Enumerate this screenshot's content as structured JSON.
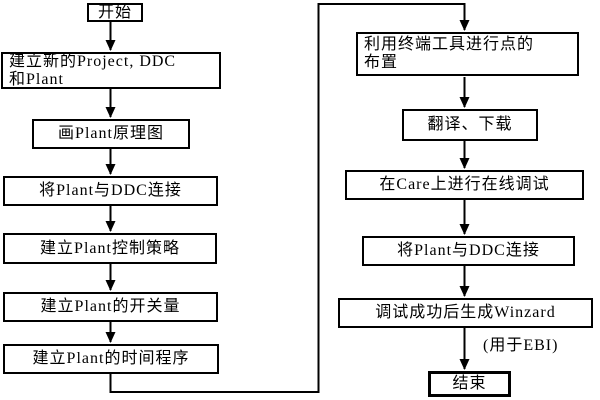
{
  "diagram": {
    "type": "flowchart",
    "colors": {
      "line": "#000000",
      "box_border": "#000000",
      "box_fill": "#ffffff",
      "background": "#ffffff",
      "text": "#000000"
    },
    "nodes": {
      "start": {
        "label": "开始"
      },
      "create_project": {
        "lines": [
          "建立新的Project, DDC",
          "和Plant"
        ]
      },
      "draw_plant": {
        "label": "画Plant原理图"
      },
      "connect_plant_ddc_1": {
        "label": "将Plant与DDC连接"
      },
      "control_strategy": {
        "label": "建立Plant控制策略"
      },
      "switch_values": {
        "label": "建立Plant的开关量"
      },
      "time_program": {
        "label": "建立Plant的时间程序"
      },
      "terminal_points": {
        "lines": [
          "利用终端工具进行点的",
          "布置"
        ]
      },
      "translate_download": {
        "label": "翻译、下载"
      },
      "care_online_debug": {
        "label": "在Care上进行在线调试"
      },
      "connect_plant_ddc_2": {
        "label": "将Plant与DDC连接"
      },
      "generate_winzard": {
        "label": "调试成功后生成Winzard"
      },
      "winzard_note": {
        "label": "(用于EBI)"
      },
      "end": {
        "label": "结束"
      }
    },
    "edges": [
      {
        "from": "start",
        "to": "create_project"
      },
      {
        "from": "create_project",
        "to": "draw_plant"
      },
      {
        "from": "draw_plant",
        "to": "connect_plant_ddc_1"
      },
      {
        "from": "connect_plant_ddc_1",
        "to": "control_strategy"
      },
      {
        "from": "control_strategy",
        "to": "switch_values"
      },
      {
        "from": "switch_values",
        "to": "time_program"
      },
      {
        "from": "time_program",
        "to": "terminal_points"
      },
      {
        "from": "terminal_points",
        "to": "translate_download"
      },
      {
        "from": "translate_download",
        "to": "care_online_debug"
      },
      {
        "from": "care_online_debug",
        "to": "connect_plant_ddc_2"
      },
      {
        "from": "connect_plant_ddc_2",
        "to": "generate_winzard"
      },
      {
        "from": "generate_winzard",
        "to": "end"
      }
    ]
  }
}
